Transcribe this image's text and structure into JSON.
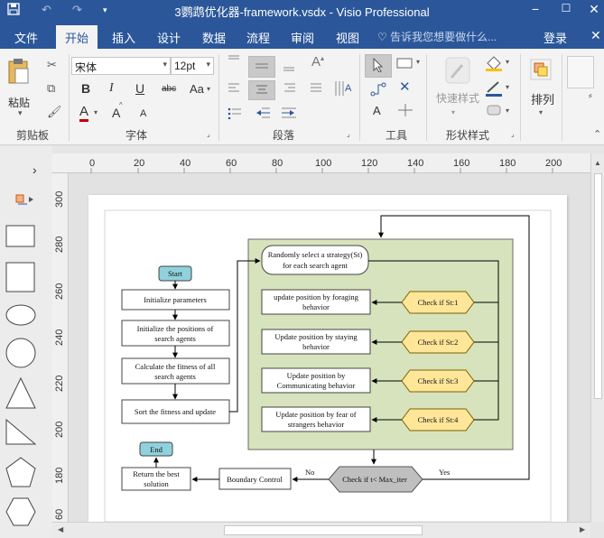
{
  "window": {
    "title": "3鹦鹉优化器-framework.vsdx - Visio Professional",
    "minimize": "−",
    "restore": "☐",
    "close": "✕"
  },
  "qat": {
    "save_icon": "save-icon",
    "undo_icon": "undo-icon",
    "redo_icon": "redo-icon",
    "customize": "▾"
  },
  "tabs": [
    {
      "label": "文件"
    },
    {
      "label": "开始"
    },
    {
      "label": "插入"
    },
    {
      "label": "设计"
    },
    {
      "label": "数据"
    },
    {
      "label": "流程"
    },
    {
      "label": "审阅"
    },
    {
      "label": "视图"
    }
  ],
  "tell_me": "告诉我您想要做什么...",
  "login": "登录",
  "ribbon": {
    "paste_label": "粘贴",
    "clipboard_group": "剪贴板",
    "font_name": "宋体",
    "font_size": "12pt",
    "font_group": "字体",
    "bold": "B",
    "italic": "I",
    "underline": "U",
    "strike": "abc",
    "case": "Aa",
    "font_color": "A",
    "grow": "A",
    "shrink": "A",
    "paragraph_group": "段落",
    "tools_group": "工具",
    "quick_styles": "快速样式",
    "shape_styles_group": "形状样式",
    "arrange": "排列",
    "tools_text": "A",
    "close_x": "✕"
  },
  "ruler": {
    "h_ticks": [
      "0",
      "20",
      "40",
      "60",
      "80",
      "100",
      "120",
      "140",
      "160",
      "180",
      "200"
    ],
    "v_ticks": [
      "300",
      "280",
      "260",
      "240",
      "220",
      "200",
      "180",
      "60"
    ]
  },
  "diagram": {
    "start": "Start",
    "end": "End",
    "init_params": "Initialize parameters",
    "init_pos_1": "Initialize the positions of",
    "init_pos_2": "search agents",
    "calc_1": "Calculate the fitness of all",
    "calc_2": "search agents",
    "sort": "Sort the fitness and update",
    "random_1": "Randomly select a strategy(St)",
    "random_2": "for each search agent",
    "forage_1": "update position by foraging",
    "forage_2": "behavior",
    "stay_1": "Update position by staying",
    "stay_2": "behavior",
    "comm_1": "Update position by",
    "comm_2": "Communicating behavior",
    "fear_1": "Update position by fear of",
    "fear_2": "strangers behavior",
    "check1": "Check if St:1",
    "check2": "Check if St:2",
    "check3": "Check if St:3",
    "check4": "Check if St:4",
    "check_iter": "Check if t< Max_iter",
    "yes": "Yes",
    "no": "No",
    "boundary": "Boundary Control",
    "return_1": "Return the best",
    "return_2": "solution"
  },
  "colors": {
    "title_bar": "#2b579a",
    "green_panel": "#d6e3bc",
    "check_fill": "#ffe699",
    "start_fill": "#8fd1dc",
    "gray_hex": "#bfbfbf"
  }
}
